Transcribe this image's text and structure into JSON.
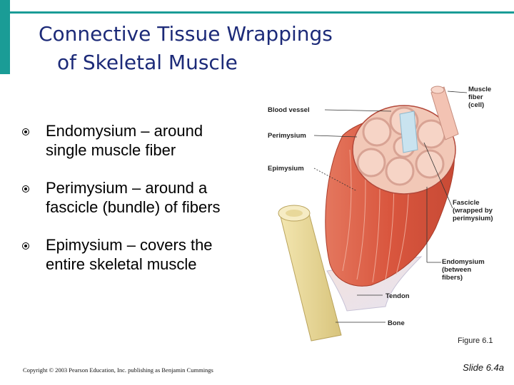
{
  "slide": {
    "title_line1": "Connective Tissue Wrappings",
    "title_line2": "of Skeletal Muscle",
    "bullets": [
      {
        "term": "Endomysium",
        "sep": " – ",
        "desc": "around single muscle fiber"
      },
      {
        "term": "Perimysium",
        "sep": " – ",
        "desc": "around a fascicle (bundle) of fibers"
      },
      {
        "term": "Epimysium",
        "sep": " – ",
        "desc": "covers the entire skeletal muscle"
      }
    ],
    "figure": {
      "labels": {
        "blood_vessel": "Blood vessel",
        "perimysium": "Perimysium",
        "epimysium": "Epimysium",
        "muscle_fiber": [
          "Muscle",
          "fiber",
          "(cell)"
        ],
        "fascicle": [
          "Fascicle",
          "(wrapped by",
          "perimysium)"
        ],
        "endomysium": [
          "Endomysium",
          "(between",
          "fibers)"
        ],
        "tendon": "Tendon",
        "bone": "Bone"
      },
      "caption": "Figure 6.1"
    },
    "copyright": "Copyright © 2003 Pearson Education, Inc. publishing as Benjamin Cummings",
    "slide_number": "Slide 6.4a",
    "colors": {
      "accent": "#1a9c96",
      "title": "#1c2a78",
      "muscle": "#d9563e",
      "bone": "#eedfa0"
    }
  }
}
